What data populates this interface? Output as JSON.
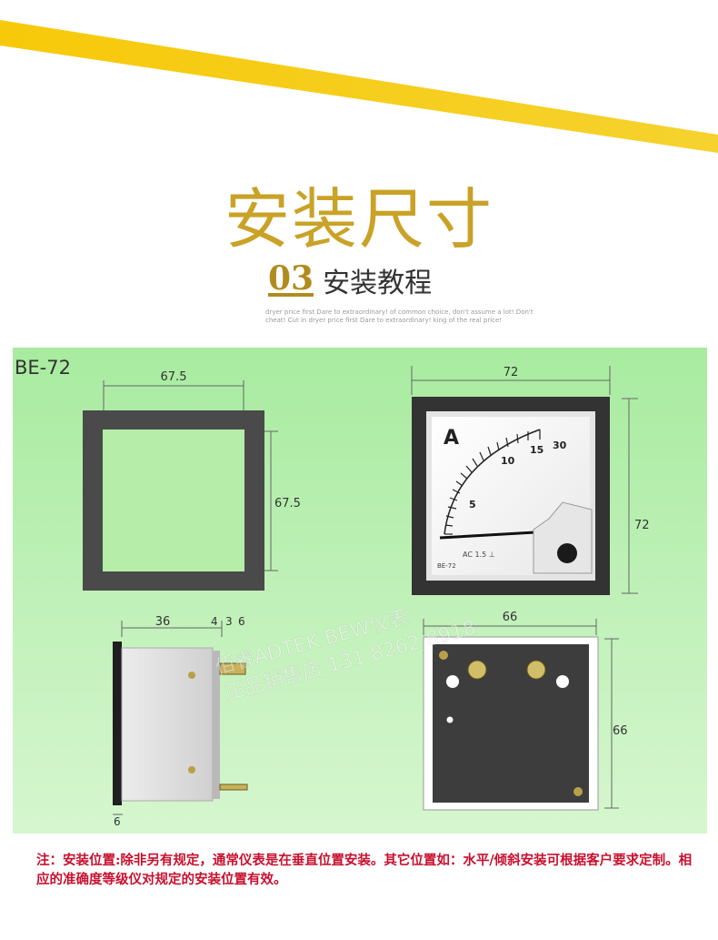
{
  "header": {
    "title": "安装尺寸",
    "section_number": "03",
    "section_title": "安装教程",
    "english_text": "dryer price first Dare to extraordinary! of common choice, don't assume a lot! Don't cheat! Cut in dryer price first Dare to extraordinary! king of the real price!"
  },
  "diagram": {
    "model_label": "BE-72",
    "cutout_width": "67.5",
    "cutout_height": "67.5",
    "front_width": "72",
    "front_height": "72",
    "side_depth": "36",
    "side_terminals": "3",
    "side_terminal_extra": "4",
    "side_terminal_b": "6",
    "panel_thickness": "6",
    "back_width": "66",
    "back_height": "66",
    "meter_unit": "A",
    "scale_labels": [
      "5",
      "10",
      "15",
      "30"
    ],
    "meter_face_text_1": "BE-72",
    "meter_face_text_2": "AC 1.5 ⊥",
    "watermark_line_1": "佰睿ADTEK BEW仪表",
    "watermark_line_2": "正品销售店 131 8262 8918"
  },
  "note": {
    "text": "注：安装位置:除非另有规定，通常仪表是在垂直位置安装。其它位置如：水平/倾斜安装可根据客户要求定制。相应的准确度等级仪对规定的安装位置有效。"
  },
  "colors": {
    "gold": "#c9a227",
    "panel_bg": "#b9f0b0",
    "frame": "#4a4a4a",
    "note": "#c8102e"
  }
}
